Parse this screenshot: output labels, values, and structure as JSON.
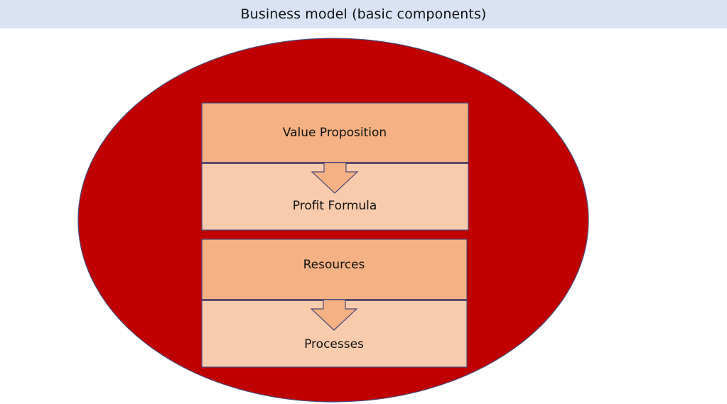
{
  "title": "Business model (basic components)",
  "colors": {
    "title_bar": "#dae3f3",
    "ellipse_fill": "#c00000",
    "outline": "#4a4a7a",
    "box_top": "#f4b183",
    "box_bottom": "#f8cbad"
  },
  "groups": [
    {
      "top_label": "Value Proposition",
      "bottom_label": "Profit Formula"
    },
    {
      "top_label": "Resources",
      "bottom_label": "Processes"
    }
  ]
}
